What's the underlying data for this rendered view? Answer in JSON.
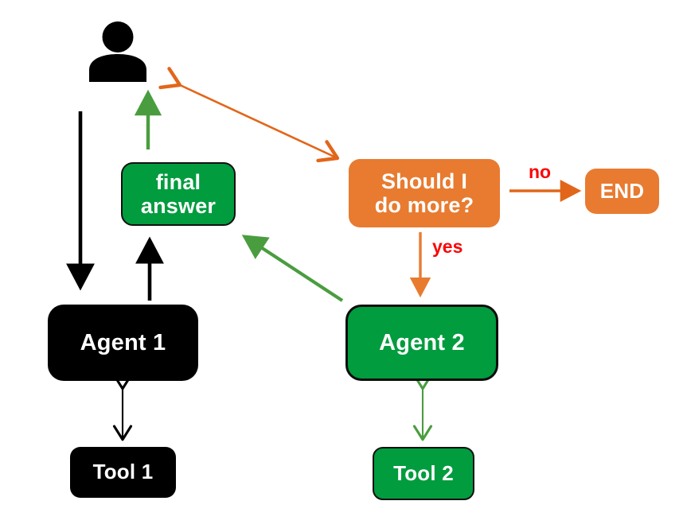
{
  "diagram": {
    "title": "Agent workflow diagram",
    "background_color": "#ffffff",
    "palette": {
      "black": "#000000",
      "green": "#009c3e",
      "green_arrow": "#4a9d3f",
      "orange": "#e87b30",
      "red_label": "#fa0505",
      "white_text": "#ffffff"
    },
    "nodes": [
      {
        "id": "user",
        "label": "",
        "shape": "person-icon",
        "color": "#000000",
        "icon": "user-person-icon"
      },
      {
        "id": "final_answer",
        "label": "final\nanswer",
        "shape": "rounded-rect",
        "color": "#009c3e",
        "text_color": "#ffffff"
      },
      {
        "id": "decision",
        "label": "Should I\ndo more?",
        "shape": "rounded-rect",
        "color": "#e87b30",
        "text_color": "#ffffff"
      },
      {
        "id": "end",
        "label": "END",
        "shape": "rounded-rect",
        "color": "#e87b30",
        "text_color": "#ffffff"
      },
      {
        "id": "agent1",
        "label": "Agent 1",
        "shape": "rounded-rect",
        "color": "#000000",
        "text_color": "#ffffff"
      },
      {
        "id": "agent2",
        "label": "Agent 2",
        "shape": "rounded-rect",
        "color": "#009c3e",
        "text_color": "#ffffff"
      },
      {
        "id": "tool1",
        "label": "Tool 1",
        "shape": "rounded-rect",
        "color": "#000000",
        "text_color": "#ffffff"
      },
      {
        "id": "tool2",
        "label": "Tool 2",
        "shape": "rounded-rect",
        "color": "#009c3e",
        "text_color": "#ffffff"
      }
    ],
    "edges": [
      {
        "id": "user-to-agent1",
        "from": "user",
        "to": "agent1",
        "label": "",
        "color": "#000000",
        "style": "solid",
        "heads": "single"
      },
      {
        "id": "agent1-to-final-answer",
        "from": "agent1",
        "to": "final_answer",
        "label": "",
        "color": "#000000",
        "style": "solid",
        "heads": "single"
      },
      {
        "id": "final-answer-to-user",
        "from": "final_answer",
        "to": "user",
        "label": "",
        "color": "#4a9d3f",
        "style": "solid",
        "heads": "single"
      },
      {
        "id": "user-to-decision",
        "from": "user",
        "to": "decision",
        "label": "",
        "color": "#e2661a",
        "style": "solid",
        "heads": "double"
      },
      {
        "id": "decision-to-end",
        "from": "decision",
        "to": "end",
        "label": "no",
        "color": "#e2661a",
        "style": "solid",
        "heads": "single"
      },
      {
        "id": "decision-to-agent2",
        "from": "decision",
        "to": "agent2",
        "label": "yes",
        "color": "#e87b30",
        "style": "solid",
        "heads": "single"
      },
      {
        "id": "agent2-to-final-answer",
        "from": "agent2",
        "to": "final_answer",
        "label": "",
        "color": "#4a9d3f",
        "style": "solid",
        "heads": "single"
      },
      {
        "id": "agent1-tool1",
        "from": "agent1",
        "to": "tool1",
        "label": "",
        "color": "#000000",
        "style": "solid",
        "heads": "double"
      },
      {
        "id": "agent2-tool2",
        "from": "agent2",
        "to": "tool2",
        "label": "",
        "color": "#4a9d3f",
        "style": "solid",
        "heads": "double"
      }
    ],
    "edge_labels": {
      "no": "no",
      "yes": "yes"
    }
  }
}
